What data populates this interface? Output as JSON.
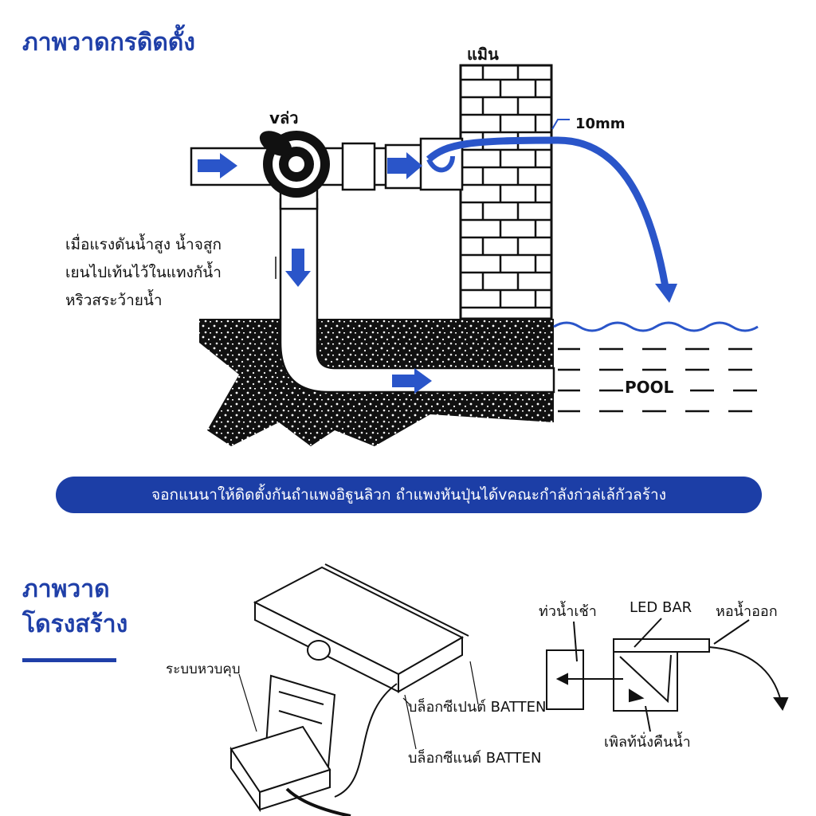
{
  "install_diagram": {
    "title": "ภาพวาดกรดิดดั้ง",
    "wall_label": "แมิน",
    "valve_label": "vล่ว",
    "gap_label": "10mm",
    "pool_label": "POOL",
    "note_lines": [
      "เมื่อแรงดันน้ำสูง น้ำจสูก",
      "เยนไปเท้นไว้ในแทงกัน้ำ",
      "หริวสระว้ายน้ำ"
    ]
  },
  "banner_text": "จอกแนนาให้ดิดตั้งกันถำแพงอิฐูนลิวก ถำแพงหันปุ่นได้vคณะกำลังก่วล่เล้กัวลร้าง",
  "structure_diagram": {
    "title_line1": "ภาพวาด",
    "title_line2": "โดรงสร้าง",
    "control_box_label": "ระบบหวบคุบ",
    "batten_label_1": "บล็อกซีเปนต์ BATTEN",
    "batten_label_2": "บล็อกซีแนต์ BATTEN",
    "inlet_label": "ท่วน้ำเช้า",
    "led_label": "LED BAR",
    "outlet_label": "หอน้ำออก",
    "plate_label": "เพิลท้นั่งคืนน้ำ"
  },
  "colors": {
    "brand_blue": "#1f3fa8",
    "banner_blue": "#1c3ea6",
    "arrow_blue": "#2a55c9"
  }
}
